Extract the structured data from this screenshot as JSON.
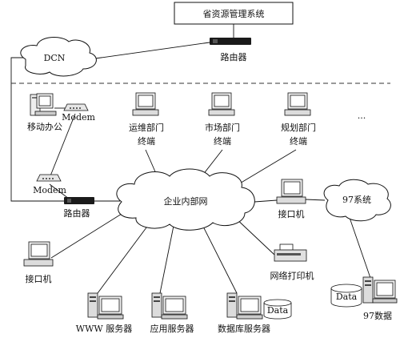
{
  "title_box": "省资源管理系统",
  "clouds": {
    "dcn": "DCN",
    "enterprise": "企业内部网",
    "system97": "97系统"
  },
  "routers": {
    "top": "路由器",
    "bottom": "路由器"
  },
  "modems": {
    "mobile": "Modem",
    "left": "Modem"
  },
  "nodes": {
    "mobile_office": "移动办公",
    "ops_dept": [
      "运维部门",
      "终端"
    ],
    "market_dept": [
      "市场部门",
      "终端"
    ],
    "planning_dept": [
      "规划部门",
      "终端"
    ],
    "ellipsis": "...",
    "interface_right": "接口机",
    "interface_left": "接口机",
    "network_printer": "网络打印机",
    "www_server": "WWW 服务器",
    "app_server": "应用服务器",
    "db_server": "数据库服务器",
    "db_label": "Data",
    "data97_label": "Data",
    "data97": "97数据"
  }
}
